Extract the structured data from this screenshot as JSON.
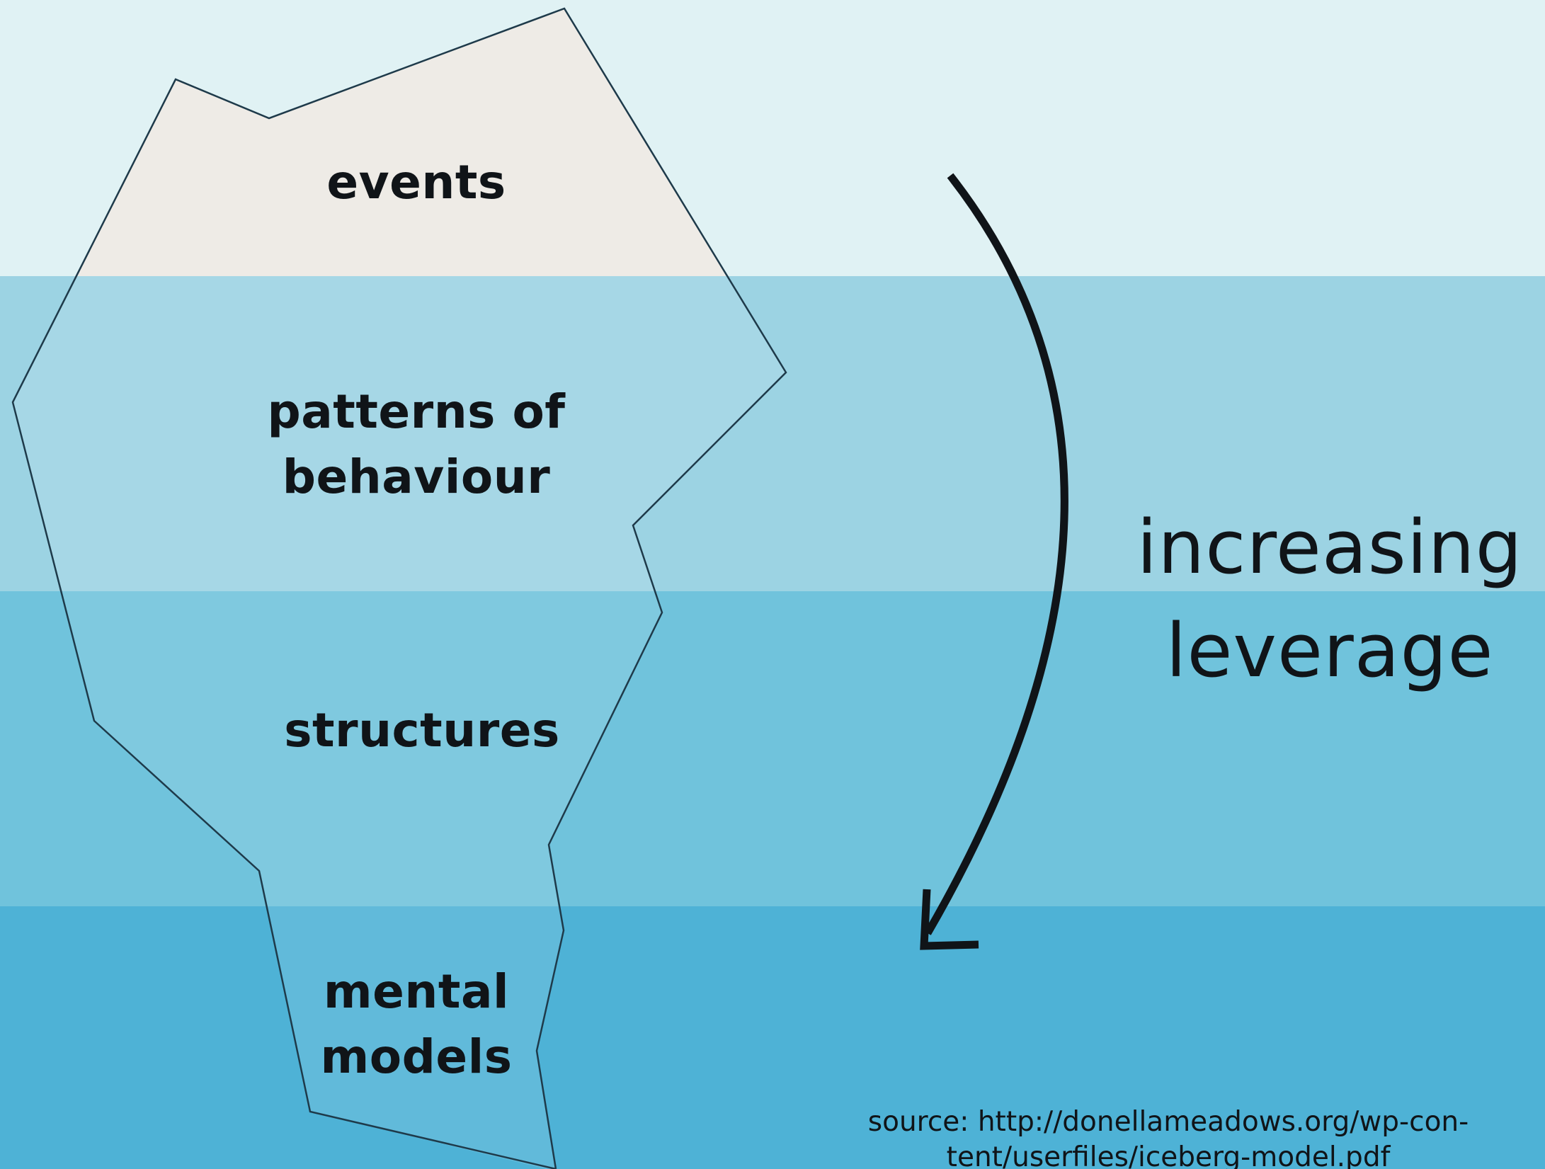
{
  "diagram": {
    "layers": [
      {
        "id": "events",
        "label": "events"
      },
      {
        "id": "patterns",
        "label": "patterns of\nbehaviour"
      },
      {
        "id": "structures",
        "label": "structures"
      },
      {
        "id": "mental",
        "label": "mental\nmodels"
      }
    ],
    "arrow_label": "increasing\nleverage",
    "source": "source: http://donellameadows.org/wp-con-\ntent/userfiles/iceberg-model.pdf"
  },
  "colors": {
    "sky": "#e0f2f4",
    "surface_water": "#9cd3e3",
    "middle_water": "#70c3dc",
    "deep_water": "#4eb2d6",
    "iceberg_tip": "#eeebe6",
    "text": "#101418"
  },
  "icons": {
    "arrow": "curved-arrow-down-left-icon"
  }
}
